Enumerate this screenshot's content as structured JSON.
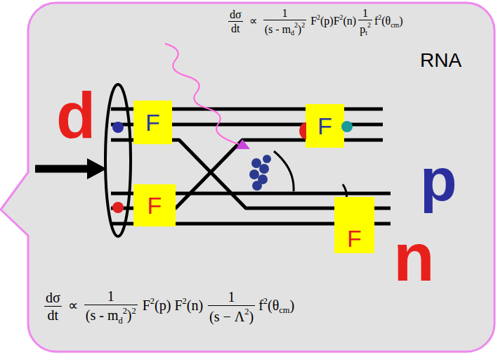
{
  "diagram": {
    "nodes": [
      {
        "text": [
          "F"
        ]
      },
      {
        "text": [
          "F"
        ]
      },
      {
        "text": [
          "F"
        ]
      },
      {
        "text": [
          "F"
        ]
      }
    ],
    "labels": [
      "dσ",
      "dt",
      "∝",
      "1",
      "(s - m",
      "d",
      "2",
      ")",
      "2",
      "F",
      "2",
      "(p)F",
      "2",
      "(n)",
      "1",
      "p",
      "t",
      "2",
      "f",
      "2",
      "(θ",
      "cm",
      ")",
      "RNA",
      "d",
      "p",
      "n",
      "dσ",
      "dt",
      "∝",
      "1",
      "(s - m",
      "d",
      "2",
      ")",
      "2",
      "F",
      "2",
      "(p) F",
      "2",
      "(n)",
      "1",
      "(s − Λ",
      "2",
      ")",
      "f",
      "2",
      "(θ",
      "cm",
      ")"
    ]
  }
}
